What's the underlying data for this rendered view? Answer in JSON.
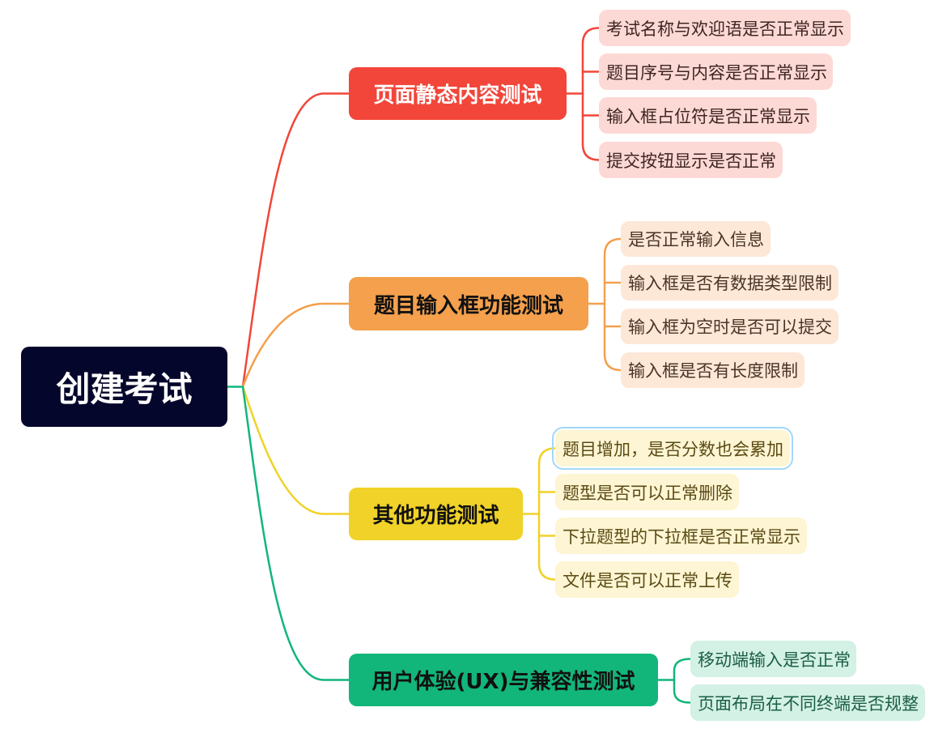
{
  "root": {
    "label": "创建考试",
    "bg": "#05062b",
    "text_color": "#ffffff",
    "link_color": "#12b67a"
  },
  "branches": [
    {
      "label": "页面静态内容测试",
      "color": "#f2463a",
      "text_color": "#ffffff",
      "leaf_bg": "#fdd9d5",
      "leaf_text_color": "#3f2522",
      "leaves": [
        {
          "label": "考试名称与欢迎语是否正常显示"
        },
        {
          "label": "题目序号与内容是否正常显示"
        },
        {
          "label": "输入框占位符是否正常显示"
        },
        {
          "label": "提交按钮显示是否正常"
        }
      ]
    },
    {
      "label": "题目输入框功能测试",
      "color": "#f4a04c",
      "text_color": "#111111",
      "leaf_bg": "#fde7d7",
      "leaf_text_color": "#4a3426",
      "leaves": [
        {
          "label": "是否正常输入信息"
        },
        {
          "label": "输入框是否有数据类型限制"
        },
        {
          "label": "输入框为空时是否可以提交"
        },
        {
          "label": "输入框是否有长度限制"
        }
      ]
    },
    {
      "label": "其他功能测试",
      "color": "#f0d228",
      "text_color": "#111111",
      "leaf_bg": "#fdf5d3",
      "leaf_text_color": "#5a4a14",
      "leaves": [
        {
          "label": "题目增加，是否分数也会累加",
          "selected": true
        },
        {
          "label": "题型是否可以正常删除"
        },
        {
          "label": "下拉题型的下拉框是否正常显示"
        },
        {
          "label": "文件是否可以正常上传"
        }
      ]
    },
    {
      "label": "用户体验(UX)与兼容性测试",
      "color": "#12b67a",
      "text_color": "#111111",
      "leaf_bg": "#d3f1e4",
      "leaf_text_color": "#1b5e45",
      "leaves": [
        {
          "label": "移动端输入是否正常"
        },
        {
          "label": "页面布局在不同终端是否规整"
        }
      ]
    }
  ]
}
